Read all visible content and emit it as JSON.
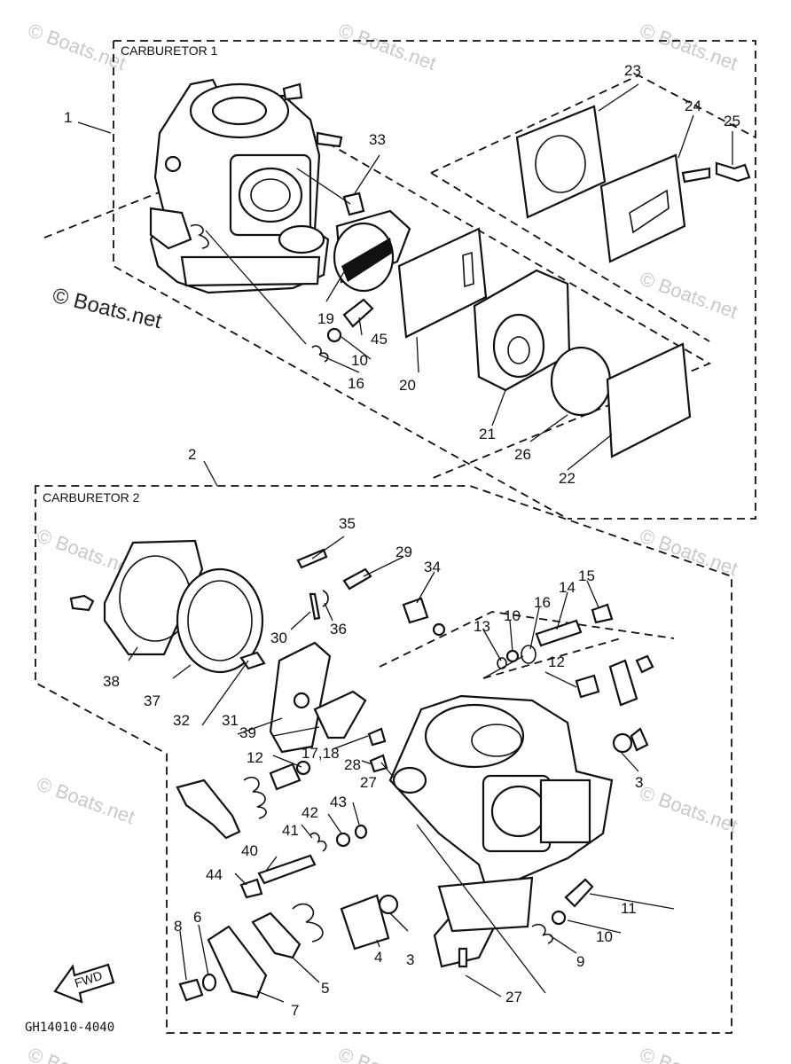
{
  "groups": {
    "carburetor_1_label": "CARBURETOR 1",
    "carburetor_2_label": "CARBURETOR 2"
  },
  "callouts": {
    "c1": "1",
    "c2": "2",
    "c3a": "3",
    "c3b": "3",
    "c4": "4",
    "c5": "5",
    "c6": "6",
    "c7": "7",
    "c8": "8",
    "c9": "9",
    "c10a": "10",
    "c10b": "10",
    "c10c": "10",
    "c11": "11",
    "c12a": "12",
    "c12b": "12",
    "c13": "13",
    "c14": "14",
    "c15": "15",
    "c16a": "16",
    "c16b": "16",
    "c1718": "17,18",
    "c19": "19",
    "c20": "20",
    "c21": "21",
    "c22": "22",
    "c23": "23",
    "c24": "24",
    "c25": "25",
    "c26": "26",
    "c27a": "27",
    "c27b": "27",
    "c28": "28",
    "c29": "29",
    "c30": "30",
    "c31": "31",
    "c32": "32",
    "c33": "33",
    "c34": "34",
    "c35": "35",
    "c36": "36",
    "c37": "37",
    "c38": "38",
    "c39": "39",
    "c40": "40",
    "c41": "41",
    "c42": "42",
    "c43": "43",
    "c44": "44",
    "c45": "45"
  },
  "fwd_label": "FWD",
  "diagram_code": "GH14010-4040",
  "watermark": "© Boats.net"
}
